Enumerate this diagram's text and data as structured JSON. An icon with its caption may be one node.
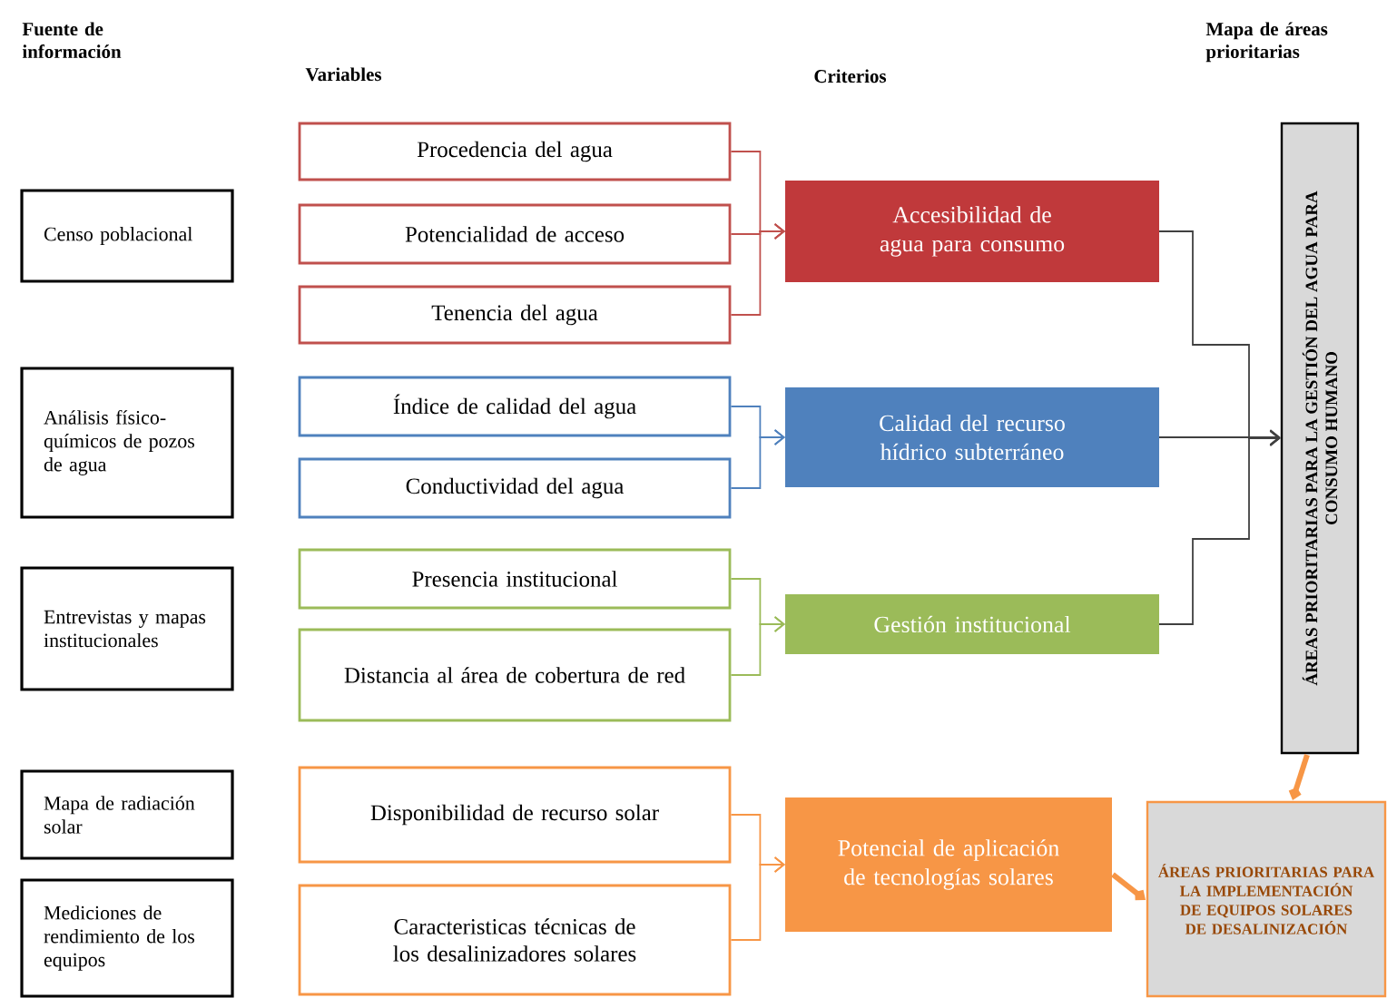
{
  "diagram": {
    "nodes": [
      {
        "text": [
          "Censo poblacional"
        ]
      },
      {
        "text": [
          "Análisis físico-químicos de pozos de agua"
        ]
      },
      {
        "text": [
          "Entrevistas y mapas institucionales"
        ]
      },
      {
        "text": [
          "Mapa de radiación solar"
        ]
      },
      {
        "text": [
          "Mediciones de rendimiento de los equipos"
        ]
      },
      {
        "text": [
          "Procedencia del agua"
        ]
      },
      {
        "text": [
          "Potencialidad de acceso"
        ]
      },
      {
        "text": [
          "Tenencia del agua"
        ]
      },
      {
        "text": [
          "Índice de calidad del agua"
        ]
      },
      {
        "text": [
          "Conductividad del agua"
        ]
      },
      {
        "text": [
          "Presencia institucional"
        ]
      },
      {
        "text": [
          "Distancia al área de cobertura de red"
        ]
      },
      {
        "text": [
          "Disponibilidad de recurso solar"
        ]
      },
      {
        "text": [
          "Caracteristicas técnicas de los desalinizadores solares"
        ]
      },
      {
        "text": [
          "Accesibilidad de agua para consumo"
        ]
      },
      {
        "text": [
          "Calidad del recurso hídrico subterráneo"
        ]
      },
      {
        "text": [
          "Gestión institucional"
        ]
      },
      {
        "text": [
          "Potencial de aplicación de tecnologías solares"
        ]
      },
      {
        "text": [
          "ÁREAS PRIORITARIAS PARA LA GESTIÓN DEL AGUA PARA CONSUMO HUMANO"
        ]
      },
      {
        "text": [
          "ÁREAS PRIORITARIAS PARA LA IMPLEMENTACIÓN DE EQUIPOS SOLARES DE DESALINIZACIÓN"
        ]
      }
    ],
    "edges": [
      {
        "from": 5,
        "to": 14,
        "arrow": "to",
        "color": "#c0504d"
      },
      {
        "from": 6,
        "to": 14,
        "arrow": "to",
        "color": "#c0504d"
      },
      {
        "from": 7,
        "to": 14,
        "arrow": "to",
        "color": "#c0504d"
      },
      {
        "from": 8,
        "to": 15,
        "arrow": "to",
        "color": "#4f81bd"
      },
      {
        "from": 9,
        "to": 15,
        "arrow": "to",
        "color": "#4f81bd"
      },
      {
        "from": 10,
        "to": 16,
        "arrow": "to",
        "color": "#9bbb59"
      },
      {
        "from": 11,
        "to": 16,
        "arrow": "to",
        "color": "#9bbb59"
      },
      {
        "from": 12,
        "to": 17,
        "arrow": "to",
        "color": "#f79646"
      },
      {
        "from": 13,
        "to": 17,
        "arrow": "to",
        "color": "#f79646"
      },
      {
        "from": 14,
        "to": 18,
        "arrow": "to",
        "color": "#404040"
      },
      {
        "from": 15,
        "to": 18,
        "arrow": "to",
        "color": "#404040"
      },
      {
        "from": 16,
        "to": 18,
        "arrow": "to",
        "color": "#404040"
      },
      {
        "from": 17,
        "to": 19,
        "arrow": "to",
        "style": "thick",
        "color": "#f79646"
      },
      {
        "from": 18,
        "to": 19,
        "arrow": "to",
        "style": "thick",
        "color": "#f79646"
      }
    ],
    "labels": [
      "Fuente de información",
      "Variables",
      "Criterios",
      "Mapa de áreas prioritarias"
    ]
  }
}
